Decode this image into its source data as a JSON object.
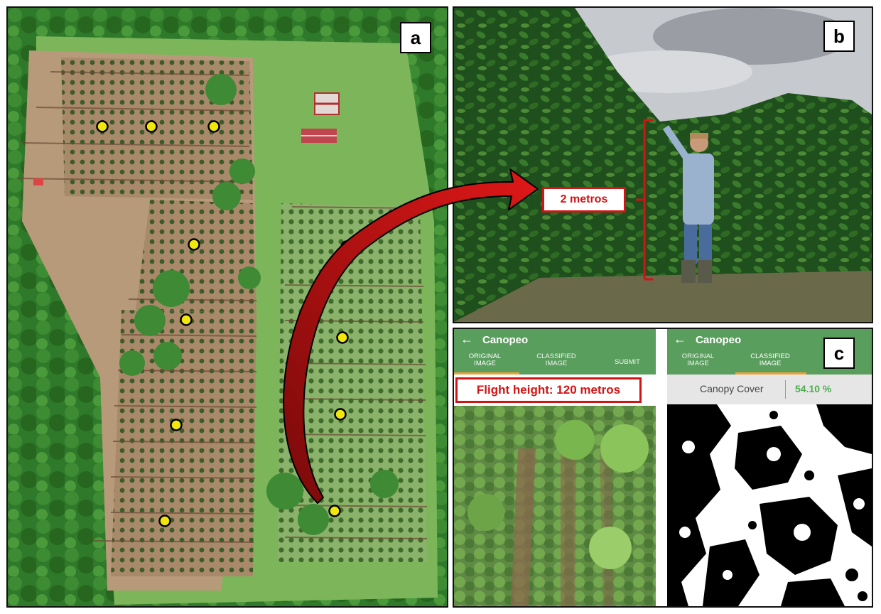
{
  "panels": {
    "a": {
      "label": "a"
    },
    "b": {
      "label": "b",
      "height_annotation": "2 metros"
    },
    "c": {
      "label": "c",
      "left_screen": {
        "app_title": "Canopeo",
        "tabs": [
          {
            "label": "ORIGINAL IMAGE",
            "active": true
          },
          {
            "label": "CLASSIFIED IMAGE",
            "active": false
          },
          {
            "label": "SUBMIT",
            "active": false
          }
        ],
        "flight_height": "Flight height: 120 metros"
      },
      "right_screen": {
        "app_title": "Canopeo",
        "tabs": [
          {
            "label": "ORIGINAL IMAGE",
            "active": false
          },
          {
            "label": "CLASSIFIED IMAGE",
            "active": true
          }
        ],
        "canopy_cover_label": "Canopy Cover",
        "canopy_cover_value": "54.10 %"
      }
    }
  },
  "colors": {
    "app_green": "#5a9e5e",
    "tab_accent": "#f0a23a",
    "annotation_red": "#d11414",
    "sample_point": "#f2e70c",
    "canopy_value_green": "#4caf50"
  }
}
